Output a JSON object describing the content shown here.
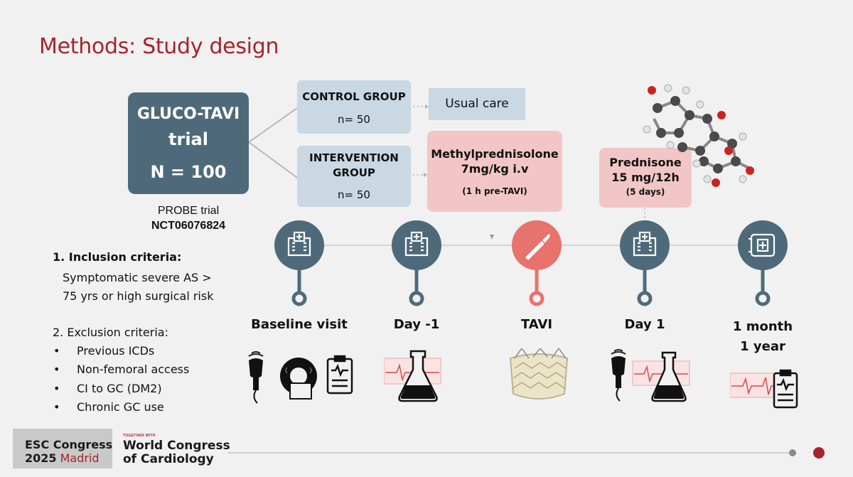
{
  "title": "Methods: Study design",
  "trial": {
    "name_line1": "GLUCO-TAVI",
    "name_line2": "trial",
    "n": "N = 100",
    "design": "PROBE trial",
    "registry": "NCT06076824"
  },
  "control": {
    "name": "CONTROL GROUP",
    "n": "n= 50",
    "treatment": "Usual care"
  },
  "intervention": {
    "name_line1": "INTERVENTION",
    "name_line2": "GROUP",
    "n": "n= 50",
    "treatment_line1": "Methylprednisolone",
    "treatment_line2": "7mg/kg i.v",
    "treatment_note": "(1 h pre-TAVI)"
  },
  "post": {
    "line1": "Prednisone",
    "line2": "15 mg/12h",
    "note": "(5  days)"
  },
  "inclusion": {
    "heading": "1. Inclusion criteria:",
    "line1": "Symptomatic severe AS >",
    "line2": "75 yrs or high surgical risk"
  },
  "exclusion": {
    "heading": "2. Exclusion criteria:",
    "bullet": "•",
    "items": [
      "Previous ICDs",
      "Non-femoral access",
      "CI to GC (DM2)",
      "Chronic GC use"
    ]
  },
  "timeline": [
    {
      "label": "Baseline visit",
      "icon": "hospital-icon",
      "color": "#4e6a7a"
    },
    {
      "label": "Day -1",
      "icon": "hospital-icon",
      "color": "#4e6a7a"
    },
    {
      "label": "TAVI",
      "icon": "scalpel-icon",
      "color": "#e8726c"
    },
    {
      "label": "Day 1",
      "icon": "hospital-icon",
      "color": "#4e6a7a"
    },
    {
      "label_line1": "1 month",
      "label_line2": "1 year",
      "icon": "medical-kit-icon",
      "color": "#4e6a7a"
    }
  ],
  "footer": {
    "esc_line1": "ESC Congress",
    "esc_year": "2025",
    "esc_city": "Madrid",
    "together": "TOGETHER WITH",
    "wc_line1": "World Congress",
    "wc_line2": "of Cardiology"
  },
  "colors": {
    "accent_red": "#a8232a",
    "slate": "#4e6a7a",
    "light_blue": "#c9d8e3",
    "pink": "#f2c6c6",
    "coral": "#e8726c"
  }
}
